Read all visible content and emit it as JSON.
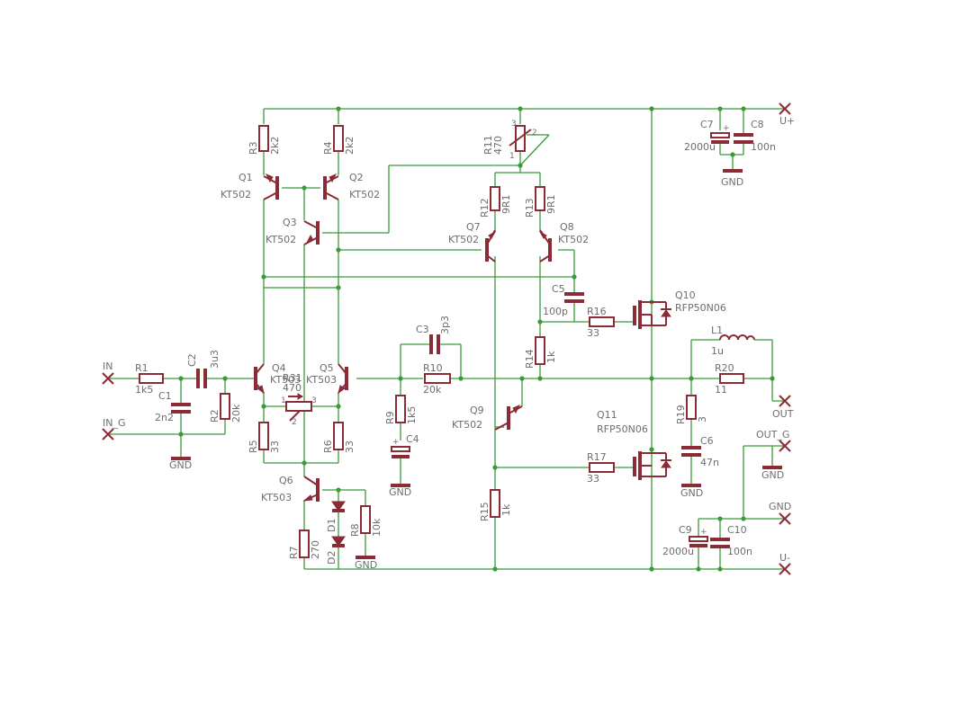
{
  "components": {
    "R1": {
      "name": "R1",
      "value": "1k5"
    },
    "R2": {
      "name": "R2",
      "value": "20k"
    },
    "R3": {
      "name": "R3",
      "value": "2k2"
    },
    "R4": {
      "name": "R4",
      "value": "2k2"
    },
    "R5": {
      "name": "R5",
      "value": "33"
    },
    "R6": {
      "name": "R6",
      "value": "33"
    },
    "R7": {
      "name": "R7",
      "value": "270"
    },
    "R8": {
      "name": "R8",
      "value": "10k"
    },
    "R9": {
      "name": "R9",
      "value": "1k5"
    },
    "R10": {
      "name": "R10",
      "value": "20k"
    },
    "R11": {
      "name": "R11",
      "value": "470"
    },
    "R12": {
      "name": "R12",
      "value": "9R1"
    },
    "R13": {
      "name": "R13",
      "value": "9R1"
    },
    "R14": {
      "name": "R14",
      "value": "1k"
    },
    "R15": {
      "name": "R15",
      "value": "1k"
    },
    "R16": {
      "name": "R16",
      "value": "33"
    },
    "R17": {
      "name": "R17",
      "value": "33"
    },
    "R19": {
      "name": "R19",
      "value": "3"
    },
    "R20": {
      "name": "R20",
      "value": "11"
    },
    "R31": {
      "name": "R31",
      "value": "470"
    },
    "C1": {
      "name": "C1",
      "value": "2n2"
    },
    "C2": {
      "name": "C2",
      "value": "3u3"
    },
    "C3": {
      "name": "C3",
      "value": "3p3"
    },
    "C4": {
      "name": "C4",
      "value": ""
    },
    "C5": {
      "name": "C5",
      "value": "100p"
    },
    "C6": {
      "name": "C6",
      "value": "47n"
    },
    "C7": {
      "name": "C7",
      "value": "2000u"
    },
    "C8": {
      "name": "C8",
      "value": "100n"
    },
    "C9": {
      "name": "C9",
      "value": "2000u"
    },
    "C10": {
      "name": "C10",
      "value": "100n"
    },
    "L1": {
      "name": "L1",
      "value": "1u"
    },
    "Q1": {
      "name": "Q1",
      "value": "KT502"
    },
    "Q2": {
      "name": "Q2",
      "value": "KT502"
    },
    "Q3": {
      "name": "Q3",
      "value": "KT502"
    },
    "Q4": {
      "name": "Q4",
      "value": "KT503"
    },
    "Q5": {
      "name": "Q5",
      "value": "KT503"
    },
    "Q6": {
      "name": "Q6",
      "value": "KT503"
    },
    "Q7": {
      "name": "Q7",
      "value": "KT502"
    },
    "Q8": {
      "name": "Q8",
      "value": "KT502"
    },
    "Q9": {
      "name": "Q9",
      "value": "KT502"
    },
    "Q10": {
      "name": "Q10",
      "value": "RFP50N06"
    },
    "Q11": {
      "name": "Q11",
      "value": "RFP50N06"
    },
    "D1": {
      "name": "D1"
    },
    "D2": {
      "name": "D2"
    }
  },
  "pins": {
    "p1": "1",
    "p2": "2",
    "p3": "3"
  },
  "ports": {
    "in": "IN",
    "in_g": "IN_G",
    "out": "OUT",
    "out_g": "OUT_G",
    "u_plus": "U+",
    "u_minus": "U-",
    "gnd_port": "GND",
    "gnd": "GND"
  }
}
